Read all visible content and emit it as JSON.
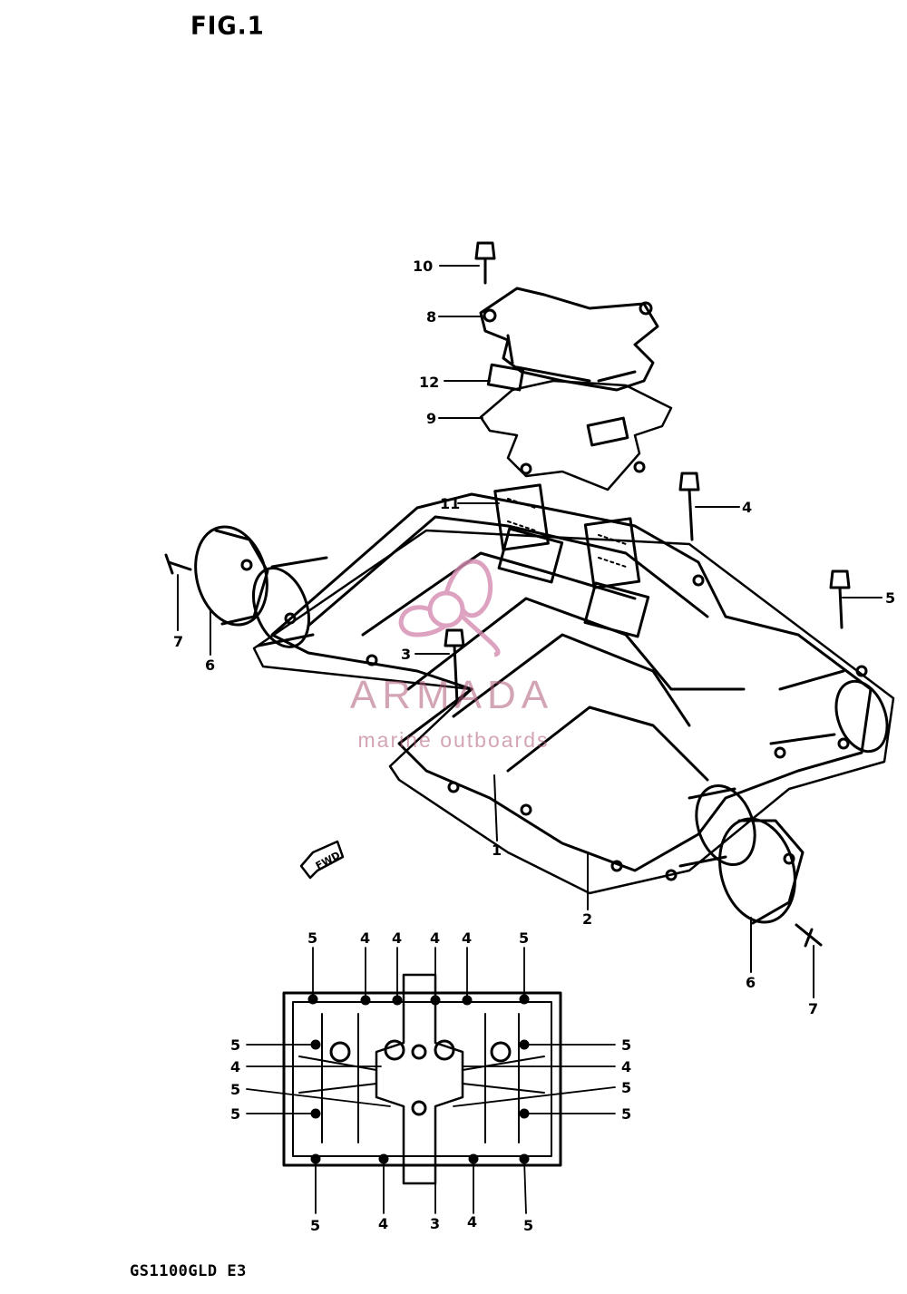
{
  "figure": {
    "title": "FIG.1",
    "model": "GS1100GLD E3",
    "fwd_label": "FWD"
  },
  "watermark": {
    "brand": "ARMADA",
    "tagline": "marine outboards"
  },
  "callouts_main": [
    "10",
    "8",
    "12",
    "9",
    "11",
    "4",
    "5",
    "7",
    "6",
    "3",
    "1",
    "2",
    "6",
    "7"
  ],
  "callouts_plan": {
    "top": [
      "5",
      "4",
      "4",
      "4",
      "4",
      "5"
    ],
    "left": [
      "5",
      "4",
      "5",
      "5"
    ],
    "right": [
      "5",
      "4",
      "5",
      "5"
    ],
    "bottom": [
      "5",
      "4",
      "3",
      "4",
      "5"
    ]
  }
}
